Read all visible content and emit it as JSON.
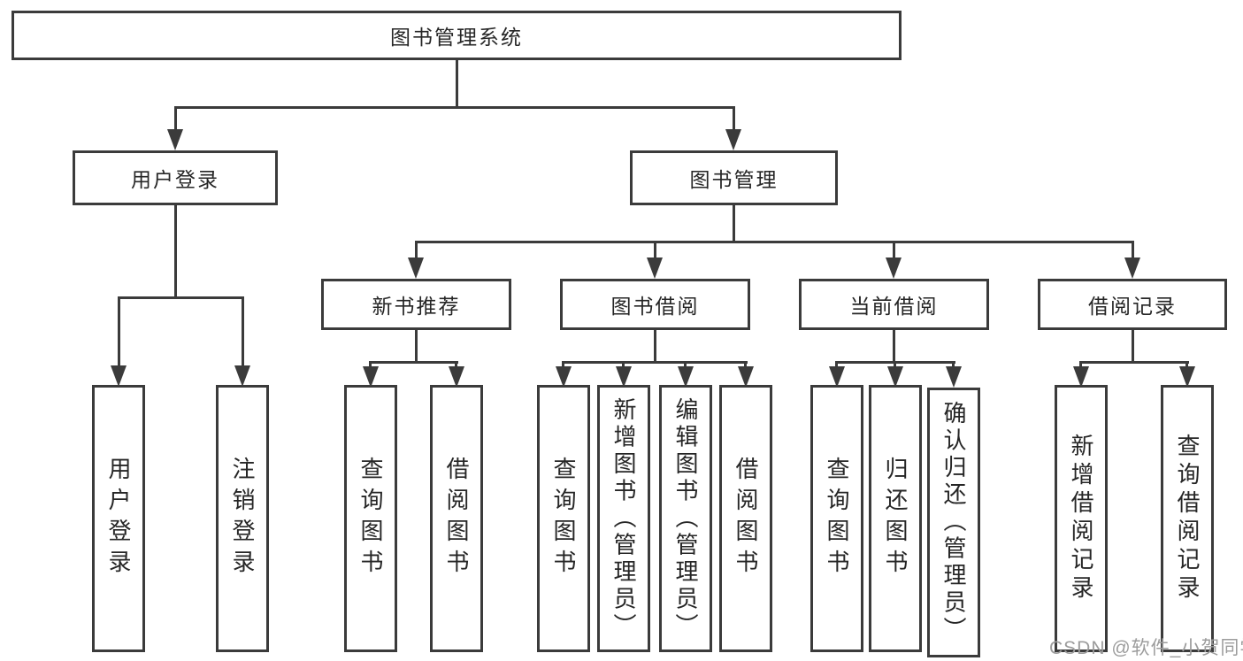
{
  "tree": {
    "label": "图书管理系统",
    "children": [
      {
        "label": "用户登录",
        "children": [
          {
            "label": "用户登录"
          },
          {
            "label": "注销登录"
          }
        ]
      },
      {
        "label": "图书管理",
        "children": [
          {
            "label": "新书推荐",
            "children": [
              {
                "label": "查询图书"
              },
              {
                "label": "借阅图书"
              }
            ]
          },
          {
            "label": "图书借阅",
            "children": [
              {
                "label": "查询图书"
              },
              {
                "label": "新增图书（管理员）"
              },
              {
                "label": "编辑图书（管理员）"
              },
              {
                "label": "借阅图书"
              }
            ]
          },
          {
            "label": "当前借阅",
            "children": [
              {
                "label": "查询图书"
              },
              {
                "label": "归还图书"
              },
              {
                "label": "确认归还（管理员）"
              }
            ]
          },
          {
            "label": "借阅记录",
            "children": [
              {
                "label": "新增借阅记录"
              },
              {
                "label": "查询借阅记录"
              }
            ]
          }
        ]
      }
    ]
  },
  "watermark": {
    "text": "CSDN @软件_小贺同学"
  },
  "colors": {
    "line": "#3b3b3b",
    "text": "#262626",
    "watermark": "#9c9c9c",
    "background": "#ffffff"
  }
}
